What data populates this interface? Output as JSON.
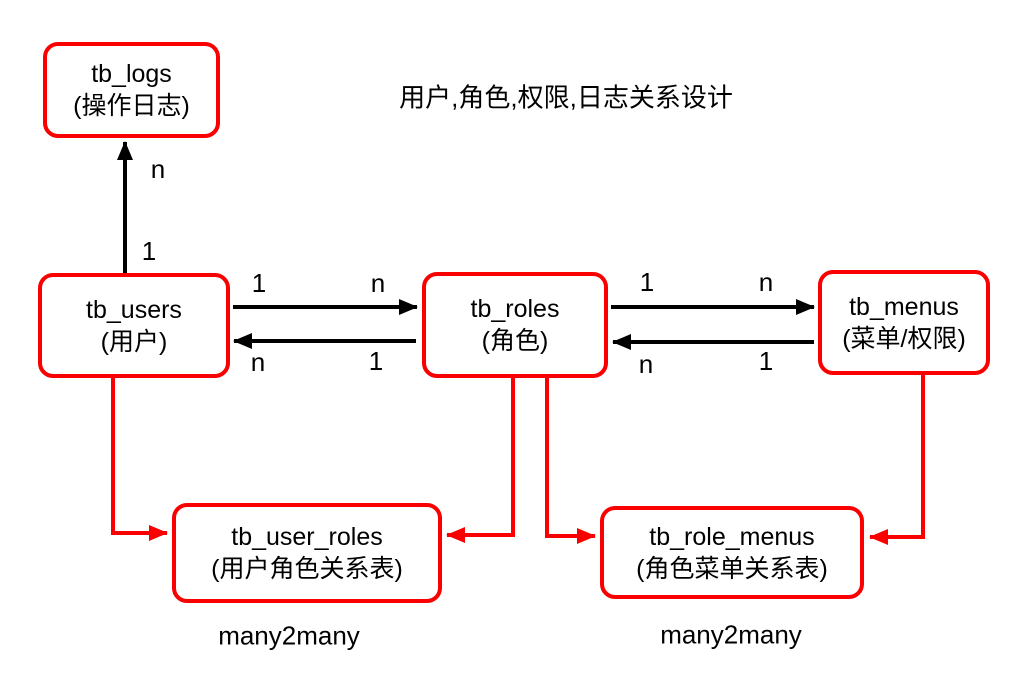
{
  "title": "用户,角色,权限,日志关系设计",
  "colors": {
    "red": "#fa0000",
    "black": "#000000",
    "background": "#ffffff",
    "text": "#000000"
  },
  "boxes": {
    "logs": {
      "name": "tb_logs",
      "desc": "(操作日志)"
    },
    "users": {
      "name": "tb_users",
      "desc": "(用户)"
    },
    "roles": {
      "name": "tb_roles",
      "desc": "(角色)"
    },
    "menus": {
      "name": "tb_menus",
      "desc": "(菜单/权限)"
    },
    "user_roles": {
      "name": "tb_user_roles",
      "desc": "(用户角色关系表)"
    },
    "role_menus": {
      "name": "tb_role_menus",
      "desc": "(角色菜单关系表)"
    }
  },
  "cardinalities": {
    "users_to_logs": {
      "near_users": "1",
      "near_logs": "n"
    },
    "users_to_roles": {
      "near_users": "1",
      "near_roles": "n"
    },
    "roles_to_users": {
      "near_roles": "1",
      "near_users": "n"
    },
    "roles_to_menus": {
      "near_roles": "1",
      "near_menus": "n"
    },
    "menus_to_roles": {
      "near_menus": "1",
      "near_roles": "n"
    }
  },
  "annotations": {
    "left": "many2many",
    "right": "many2many"
  }
}
